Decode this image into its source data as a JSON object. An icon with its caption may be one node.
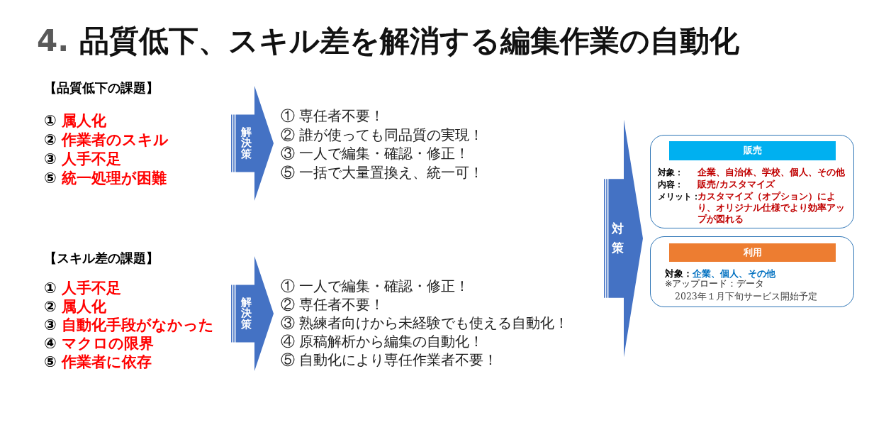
{
  "diagram": {
    "title": "4. 品質低下、スキル差を解消する編集作業の自動化",
    "nodes": [
      {
        "text": [
          "【品質低下の課題】",
          "① 属人化",
          "② 作業者のスキル",
          "③ 人手不足",
          "⑤ 統一処理が困難"
        ]
      },
      {
        "text": [
          "① 専任者不要！",
          "② 誰が使っても同品質の実現！",
          "③ 一人で編集・確認・修正！",
          "⑤ 一括で大量置換え、統一可！"
        ]
      },
      {
        "text": [
          "【スキル差の課題】",
          "① 人手不足",
          "② 属人化",
          "③ 自動化手段がなかった",
          "④ マクロの限界",
          "⑤ 作業者に依存"
        ]
      },
      {
        "text": [
          "① 一人で編集・確認・修正！",
          "② 専任者不要！",
          "③ 熟練者向けから未経験でも使える自動化！",
          "④ 原稿解析から編集の自動化！",
          "⑤ 自動化により専任作業者不要！"
        ]
      },
      {
        "text": [
          "対象：",
          "企業、自治体、学校、個人、その他",
          "内容：",
          "販売/カスタマイズ",
          "メリット：",
          "カスタマイズ（オプション）により、オリジナル仕様でより効率アップが図れる"
        ]
      },
      {
        "text": [
          "販売"
        ],
        "in": 4
      },
      {
        "text": [
          "対象：",
          "企業、個人、その他",
          "※アップロード：データ",
          "2023年１月下旬サービス開始予定"
        ]
      },
      {
        "text": [
          "利用"
        ],
        "in": 6
      }
    ],
    "edges": [
      {
        "from": 0,
        "to": 1,
        "arrow": "to",
        "label": "解決策"
      },
      {
        "from": 2,
        "to": 3,
        "arrow": "to",
        "label": "解決策"
      },
      {
        "from": 1,
        "to": 4,
        "arrow": "to",
        "label": "対策"
      },
      {
        "from": 1,
        "to": 6,
        "arrow": "to"
      },
      {
        "from": 3,
        "to": 4,
        "arrow": "to"
      },
      {
        "from": 3,
        "to": 6,
        "arrow": "to"
      }
    ]
  }
}
